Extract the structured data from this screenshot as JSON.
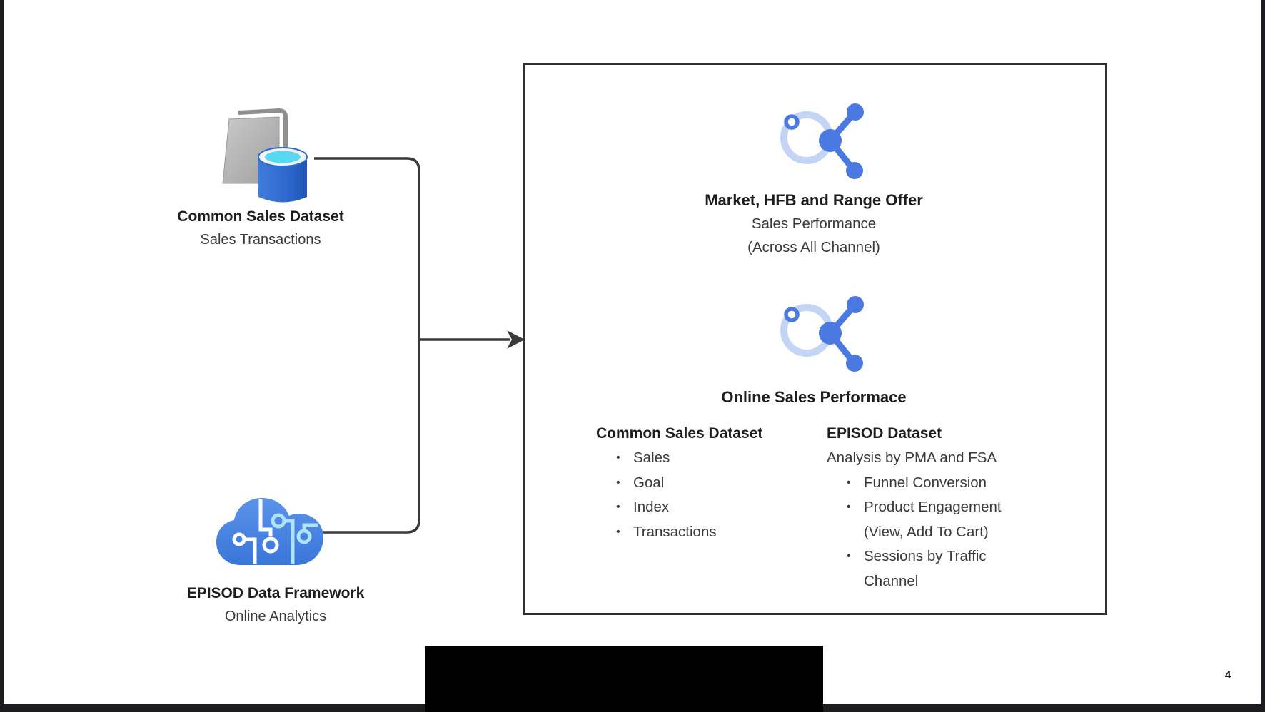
{
  "slide": {
    "page_number": "4",
    "background": "#ffffff",
    "frame_color": "#1a1a1f"
  },
  "colors": {
    "share_icon_blue": "#4a7ae1",
    "share_icon_ring": "#c3d4f5",
    "cylinder_blue": "#2f6ad0",
    "cylinder_top_cyan": "#59d8f2",
    "document_gray": "#b5b5b5",
    "cloud_blue": "#4a86e4",
    "connector_line": "#3a3a3a",
    "panel_border": "#2f2f2f",
    "heading_text": "#1e1e1e",
    "body_text": "#3a3a3a"
  },
  "sources": [
    {
      "icon": "database-document-icon",
      "title": "Common Sales Dataset",
      "subtitle": "Sales Transactions"
    },
    {
      "icon": "cloud-circuit-icon",
      "title": "EPISOD Data Framework",
      "subtitle": "Online Analytics"
    }
  ],
  "panel": {
    "sections": [
      {
        "icon": "share-network-icon",
        "title": "Market, HFB and Range Offer",
        "line1": "Sales Performance",
        "line2": "(Across All Channel)"
      },
      {
        "icon": "share-network-icon",
        "title": "Online Sales Performace"
      }
    ],
    "columns": [
      {
        "heading": "Common Sales Dataset",
        "intro": "",
        "bullets": [
          "Sales",
          "Goal",
          "Index",
          "Transactions"
        ]
      },
      {
        "heading": "EPISOD Dataset",
        "intro": "Analysis by PMA and FSA",
        "bullets": [
          "Funnel Conversion",
          "Product Engagement (View, Add To Cart)",
          "Sessions by Traffic Channel"
        ]
      }
    ]
  }
}
